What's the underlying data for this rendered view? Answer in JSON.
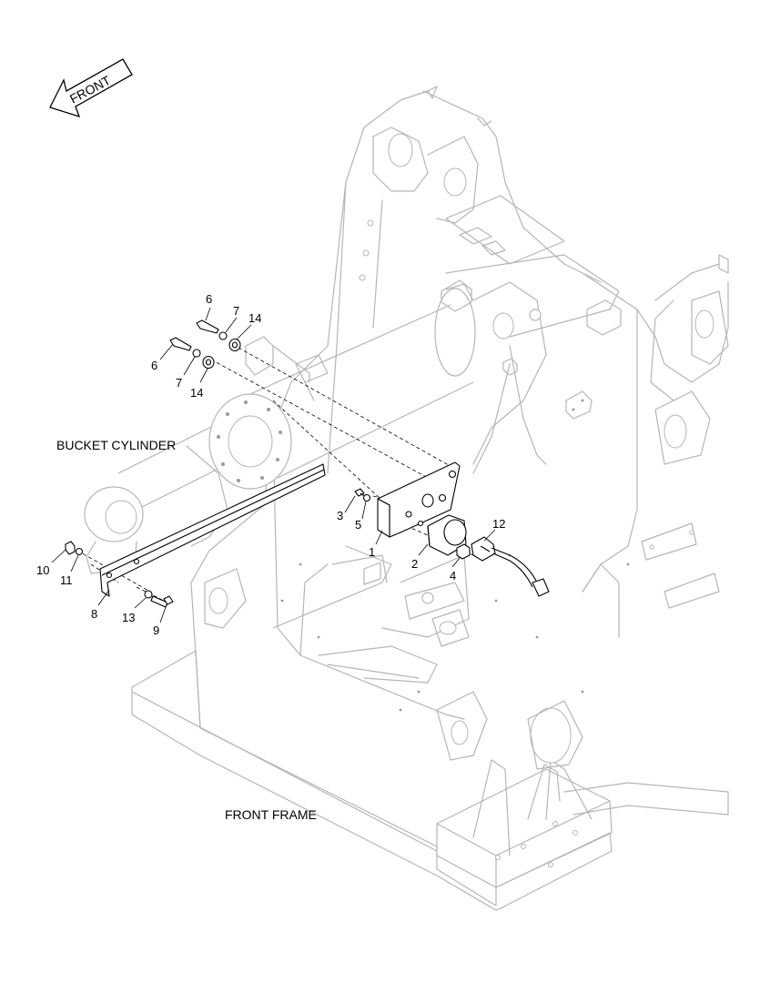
{
  "orientation": {
    "arrow_label": "FRONT"
  },
  "assemblies": {
    "bucket_cylinder": "BUCKET CYLINDER",
    "front_frame": "FRONT FRAME"
  },
  "callouts": {
    "c1": "1",
    "c2": "2",
    "c3": "3",
    "c4": "4",
    "c5": "5",
    "c6a": "6",
    "c6b": "6",
    "c7a": "7",
    "c7b": "7",
    "c8": "8",
    "c9": "9",
    "c10": "10",
    "c11": "11",
    "c12": "12",
    "c13": "13",
    "c14a": "14",
    "c14b": "14"
  }
}
